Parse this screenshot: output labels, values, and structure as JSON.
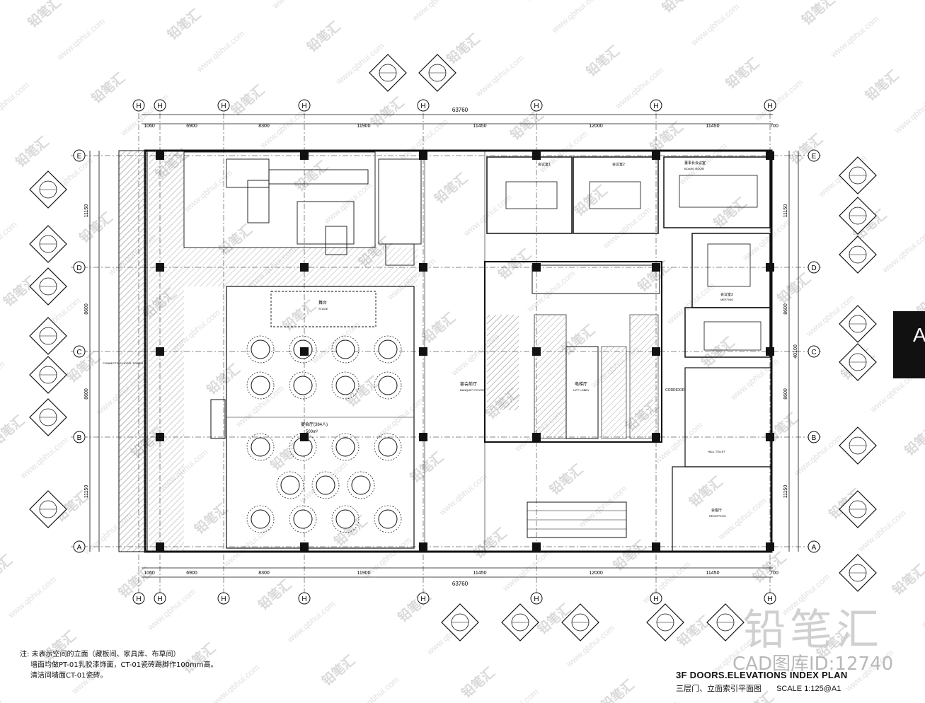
{
  "grid": {
    "top_dims": [
      "1060",
      "6900",
      "8300",
      "11900",
      "11450",
      "12000",
      "11450",
      "700"
    ],
    "bottom_dims": [
      "1060",
      "6900",
      "8300",
      "11900",
      "11450",
      "12000",
      "11450",
      "700"
    ],
    "total_dim": "63760",
    "col_labels": [
      "H",
      "H",
      "H",
      "H",
      "H",
      "H",
      "H",
      "H"
    ],
    "row_labels": [
      "E",
      "D",
      "C",
      "B",
      "A"
    ],
    "left_dims": [
      "11150",
      "8600",
      "8600",
      "11150"
    ],
    "right_dims": [
      "11150",
      "8600",
      "8600",
      "11150"
    ],
    "right_total": "40100"
  },
  "rooms": {
    "banquet_hall": "宴会厅(384人)",
    "banquet_area": "500m²",
    "banquet_foyer_cn": "宴会前厅",
    "banquet_foyer_en": "BANQUET FOYER",
    "stage_cn": "舞台",
    "stage_en": "STAGE",
    "lift_lobby_cn": "电梯厅",
    "lift_lobby_en": "LIFT LOBBY",
    "meeting_1": "会议室1",
    "meeting_2": "会议室2",
    "meeting_en": "MEETING",
    "board_room_cn": "董事长会议室",
    "board_room_en": "BOARD ROOM",
    "meeting_3": "会议室3",
    "corridor": "CORRIDOR",
    "reception_cn": "会客厅",
    "reception_en": "RECEPTION",
    "connection": "CONNECTING HOTEL TOWER",
    "hall_toilet": "HALL TOILET"
  },
  "notes": [
    "注:  未表示空间的立面（藏板间、家具库、布草间）",
    "墙面均做PT-01乳胶漆饰面，CT-01瓷砖踢脚作100mm高。",
    "清洁间墙面CT-01瓷砖。"
  ],
  "title": {
    "main": "3F   DOORS.ELEVATIONS INDEX   PLAN",
    "cn": "三层门、立面索引平面图",
    "scale": "SCALE  1:125@A1"
  },
  "watermark": {
    "brand": "铅笔汇",
    "id": "CAD图库ID:12740",
    "url": "www.qbhui.com"
  },
  "logo": {
    "letter": "A"
  },
  "colors": {
    "line": "#111111",
    "hatch": "#555555",
    "watermark": "#c8c8c8"
  }
}
